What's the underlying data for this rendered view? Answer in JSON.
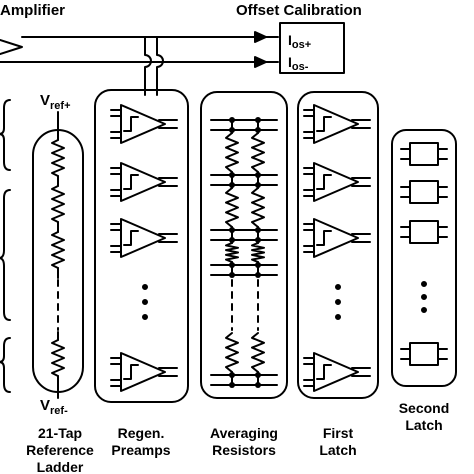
{
  "header": {
    "amplifier": "Amplifier",
    "offset_calibration": "Offset Calibration"
  },
  "offset_box": {
    "ios_plus_main": "I",
    "ios_plus_sub": "os+",
    "ios_minus_main": "I",
    "ios_minus_sub": "os-"
  },
  "ladder": {
    "vref_plus_main": "V",
    "vref_plus_sub": "ref+",
    "vref_minus_main": "V",
    "vref_minus_sub": "ref-"
  },
  "columns": {
    "ladder": [
      "21-Tap",
      "Reference",
      "Ladder"
    ],
    "preamps": [
      "Regen.",
      "Preamps"
    ],
    "averaging": [
      "Averaging",
      "Resistors"
    ],
    "first_latch": [
      "First",
      "Latch"
    ],
    "second_latch": [
      "Second",
      "Latch"
    ]
  },
  "colors": {
    "line": "#000000",
    "background": "#ffffff"
  }
}
